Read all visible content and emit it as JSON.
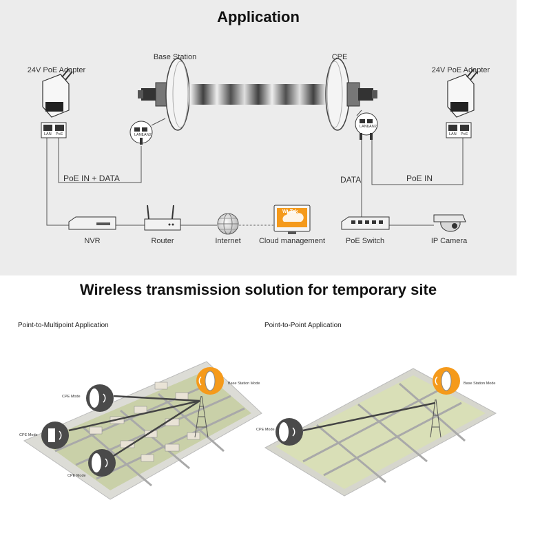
{
  "section1": {
    "title": "Application",
    "labels": {
      "adapter_left": "24V PoE Adapter",
      "adapter_right": "24V PoE Adapter",
      "base_station": "Base Station",
      "cpe": "CPE",
      "poe_in_data": "PoE IN + DATA",
      "data": "DATA",
      "poe_in": "PoE IN",
      "lan": "LAN",
      "poe": "PoE",
      "lan1": "LAN1",
      "lan2": "LAN2"
    },
    "devices": [
      "NVR",
      "Router",
      "Internet",
      "Cloud management",
      "PoE Switch",
      "IP Camera"
    ],
    "cloud_logo": "Wi-Tek"
  },
  "section2": {
    "title": "Wireless transmission solution for temporary site",
    "left": {
      "title": "Point-to-Multipoint Application",
      "base_mode": "Base Station Mode",
      "cpe_modes": [
        "CPE Mode",
        "CPE Mode",
        "CPE Mode"
      ]
    },
    "right": {
      "title": "Point-to-Point Application",
      "base_mode": "Base Station Mode",
      "cpe_mode": "CPE Mode"
    }
  },
  "colors": {
    "accent_orange": "#f59a1b",
    "panel_gray": "#ececec",
    "map_green": "#d9dfb7",
    "road_gray": "#9a9a9a"
  }
}
